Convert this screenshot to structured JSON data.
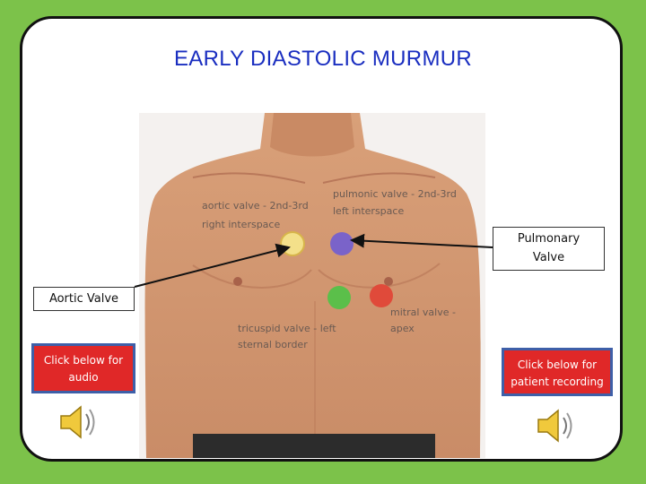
{
  "slide": {
    "title": "EARLY DIASTOLIC MURMUR"
  },
  "image_labels": {
    "aortic": [
      "aortic valve - 2nd-3rd",
      "right interspace"
    ],
    "pulmonic": [
      "pulmonic valve - 2nd-3rd",
      "left interspace"
    ],
    "tricuspid": [
      "tricuspid valve - left",
      "sternal border"
    ],
    "mitral": [
      "mitral valve -",
      "apex"
    ]
  },
  "callouts": {
    "pulmonary_valve": [
      "Pulmonary",
      "Valve"
    ],
    "aortic_valve": "Aortic Valve"
  },
  "buttons": {
    "audio": [
      "Click below for",
      "audio"
    ],
    "patient_recording": [
      "Click below for",
      "patient recording"
    ]
  },
  "icons": {
    "speaker_left": "speaker-icon",
    "speaker_right": "speaker-icon"
  },
  "colors": {
    "background": "#7cc24a",
    "title": "#1a2ec0",
    "button": "#e02828",
    "button_border": "#3e5fa8",
    "aortic_dot": "#f3e08a",
    "pulmonic_dot": "#7a63c9",
    "tricuspid_dot": "#5bbf4a",
    "mitral_dot": "#e04a3a"
  }
}
